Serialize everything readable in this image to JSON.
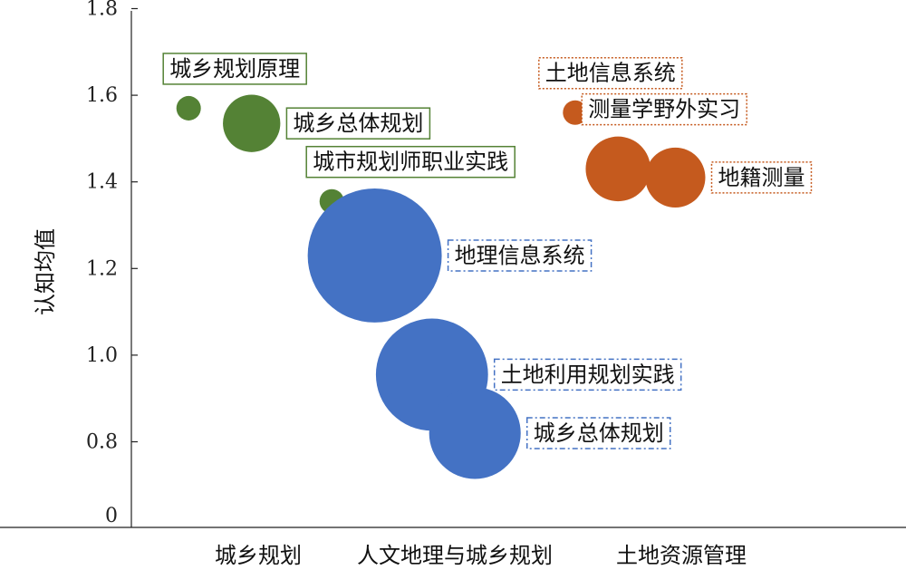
{
  "chart_data": {
    "type": "scatter",
    "title": "",
    "xlabel": "",
    "ylabel": "认知均值",
    "ylim": [
      0,
      1.8
    ],
    "y_ticks": [
      {
        "value": 0,
        "label": "0"
      },
      {
        "value": 0.8,
        "label": "0.8"
      },
      {
        "value": 1.0,
        "label": "1.0"
      },
      {
        "value": 1.2,
        "label": "1.2"
      },
      {
        "value": 1.4,
        "label": "1.4"
      },
      {
        "value": 1.6,
        "label": "1.6"
      },
      {
        "value": 1.8,
        "label": "1.8"
      }
    ],
    "y_axis_break": true,
    "grid": false,
    "categories": [
      "城乡规划",
      "人文地理与城乡规划",
      "土地资源管理"
    ],
    "series": [
      {
        "category": "城乡规划",
        "color": "#548235",
        "label_border": "solid",
        "points": [
          {
            "label": "城乡规划原理",
            "x": 0.2,
            "y": 1.57,
            "size": 2,
            "label_pos": "above"
          },
          {
            "label": "城乡总体规划",
            "x": 0.42,
            "y": 1.535,
            "size": 11,
            "label_pos": "right"
          },
          {
            "label": "城市规划师职业实践",
            "x": 0.7,
            "y": 1.355,
            "size": 2,
            "label_pos": "above"
          }
        ]
      },
      {
        "category": "人文地理与城乡规划",
        "color": "#4472C4",
        "label_border": "dashdot",
        "points": [
          {
            "label": "地理信息系统",
            "x": 0.85,
            "y": 1.23,
            "size": 60,
            "label_pos": "right"
          },
          {
            "label": "土地利用规划实践",
            "x": 1.05,
            "y": 0.955,
            "size": 42,
            "label_pos": "right"
          },
          {
            "label": "城乡总体规划",
            "x": 1.2,
            "y": 0.82,
            "size": 28,
            "label_pos": "right"
          }
        ]
      },
      {
        "category": "土地资源管理",
        "color": "#C55A1E",
        "label_border": "dotted",
        "points": [
          {
            "label": "土地信息系统",
            "x": 1.55,
            "y": 1.56,
            "size": 2,
            "label_pos": "above"
          },
          {
            "label": "测量学野外实习",
            "x": 1.7,
            "y": 1.43,
            "size": 14,
            "label_pos": "above"
          },
          {
            "label": "地籍测量",
            "x": 1.9,
            "y": 1.41,
            "size": 12,
            "label_pos": "right"
          }
        ]
      }
    ]
  }
}
